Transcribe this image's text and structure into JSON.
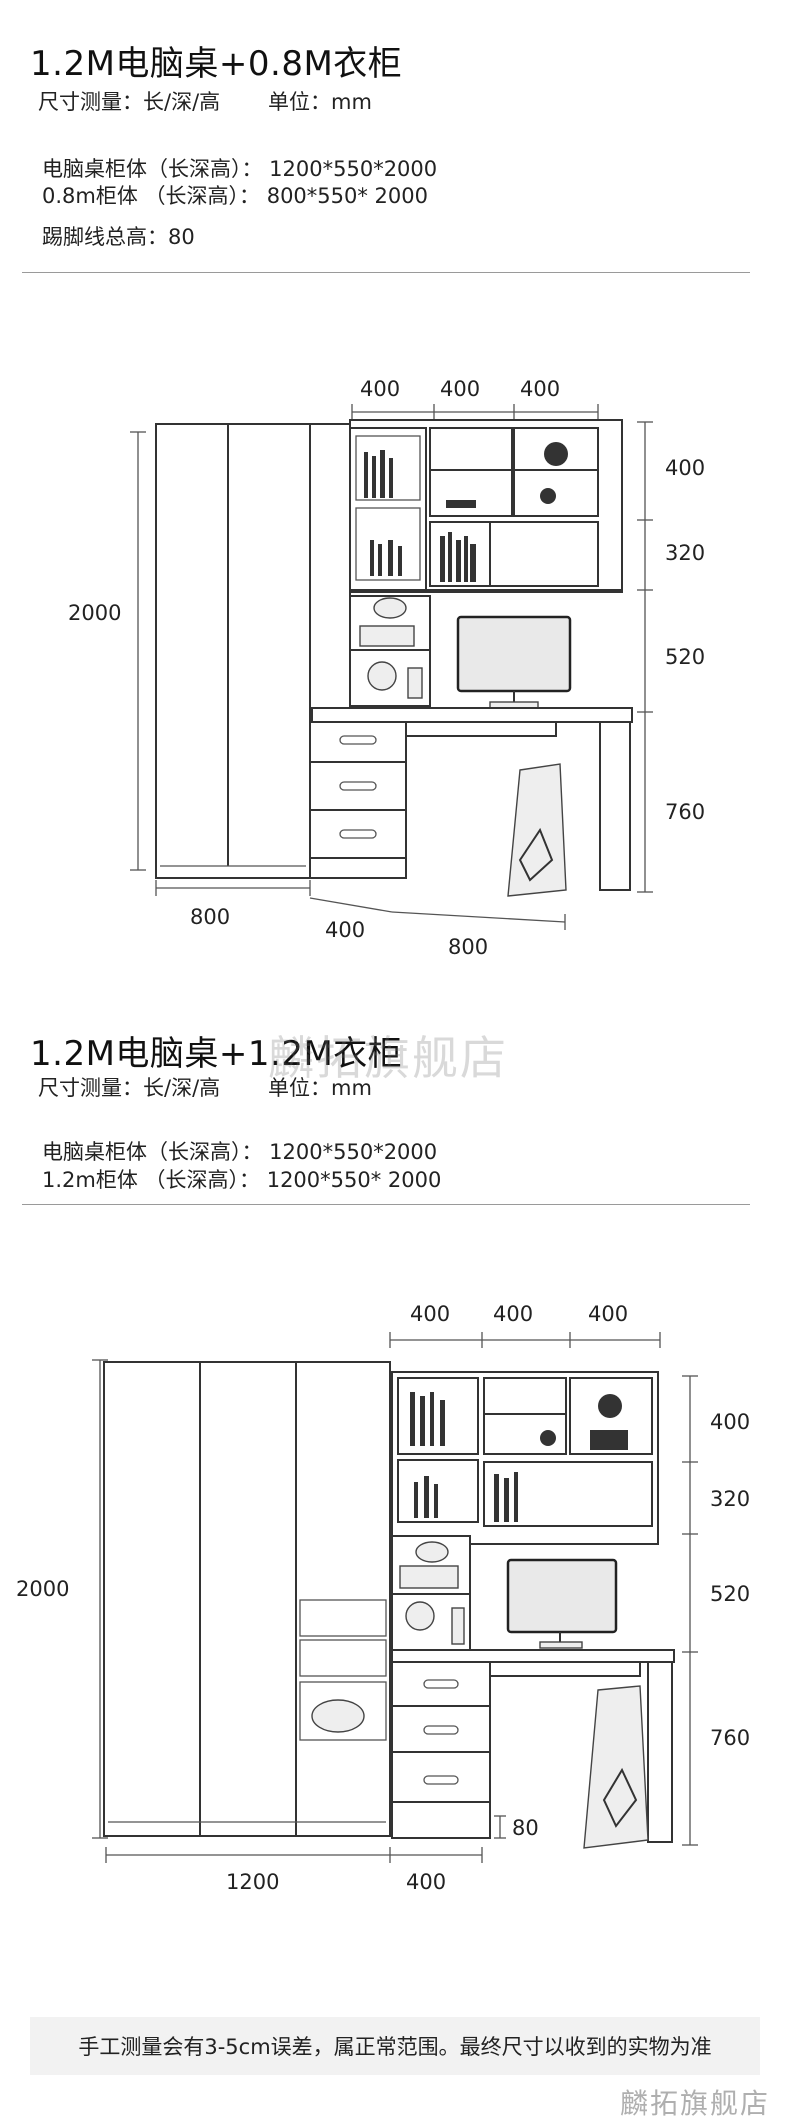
{
  "section1": {
    "title": "1.2M电脑桌+0.8M衣柜",
    "measure": "尺寸测量：长/深/高",
    "unit": "单位：mm",
    "specs": [
      "电脑桌柜体（长深高）：  1200*550*2000",
      "0.8m柜体 （长深高）：  800*550* 2000",
      "踢脚线总高：80"
    ],
    "dimensions": {
      "top_widths": [
        "400",
        "400",
        "400"
      ],
      "right_heights": [
        "400",
        "320",
        "520",
        "760"
      ],
      "total_height": "2000",
      "bottom_widths": [
        "800",
        "400",
        "800"
      ]
    }
  },
  "section2": {
    "title": "1.2M电脑桌+1.2M衣柜",
    "measure": "尺寸测量：长/深/高",
    "unit": "单位：mm",
    "watermark": "麟拓旗舰店",
    "specs": [
      "电脑桌柜体（长深高）：  1200*550*2000",
      "1.2m柜体 （长深高）：  1200*550* 2000"
    ],
    "dimensions": {
      "top_widths": [
        "400",
        "400",
        "400"
      ],
      "right_heights": [
        "400",
        "320",
        "520",
        "760"
      ],
      "total_height": "2000",
      "bottom_widths": [
        "1200",
        "400"
      ],
      "kick_height": "80"
    }
  },
  "footer": {
    "note": "手工测量会有3-5cm误差，属正常范围。最终尺寸以收到的实物为准",
    "watermark": "麟拓旗舰店"
  }
}
